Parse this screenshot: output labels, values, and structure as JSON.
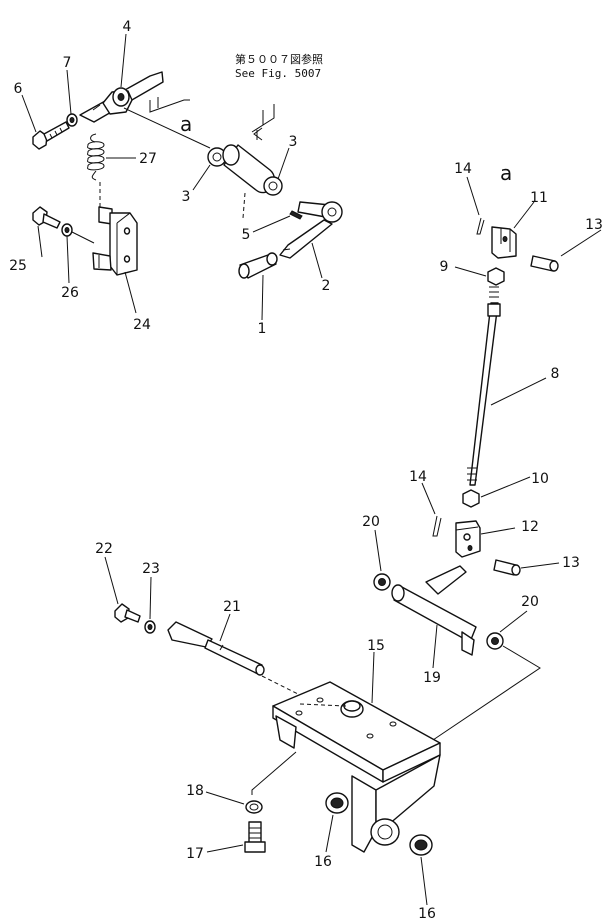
{
  "diagram": {
    "reference_note": {
      "line1": "第５００７図参照",
      "line2": "See Fig. 5007"
    },
    "view_marks": [
      "a",
      "a"
    ],
    "callouts": [
      {
        "id": "c1",
        "label": "1"
      },
      {
        "id": "c2",
        "label": "2"
      },
      {
        "id": "c3a",
        "label": "3"
      },
      {
        "id": "c3b",
        "label": "3"
      },
      {
        "id": "c4",
        "label": "4"
      },
      {
        "id": "c5",
        "label": "5"
      },
      {
        "id": "c6",
        "label": "6"
      },
      {
        "id": "c7",
        "label": "7"
      },
      {
        "id": "c8",
        "label": "8"
      },
      {
        "id": "c9",
        "label": "9"
      },
      {
        "id": "c10",
        "label": "10"
      },
      {
        "id": "c11",
        "label": "11"
      },
      {
        "id": "c12",
        "label": "12"
      },
      {
        "id": "c13a",
        "label": "13"
      },
      {
        "id": "c13b",
        "label": "13"
      },
      {
        "id": "c14a",
        "label": "14"
      },
      {
        "id": "c14b",
        "label": "14"
      },
      {
        "id": "c15",
        "label": "15"
      },
      {
        "id": "c16a",
        "label": "16"
      },
      {
        "id": "c16b",
        "label": "16"
      },
      {
        "id": "c17",
        "label": "17"
      },
      {
        "id": "c18",
        "label": "18"
      },
      {
        "id": "c19",
        "label": "19"
      },
      {
        "id": "c20a",
        "label": "20"
      },
      {
        "id": "c20b",
        "label": "20"
      },
      {
        "id": "c21",
        "label": "21"
      },
      {
        "id": "c22",
        "label": "22"
      },
      {
        "id": "c23",
        "label": "23"
      },
      {
        "id": "c24",
        "label": "24"
      },
      {
        "id": "c25",
        "label": "25"
      },
      {
        "id": "c26",
        "label": "26"
      },
      {
        "id": "c27",
        "label": "27"
      }
    ]
  }
}
